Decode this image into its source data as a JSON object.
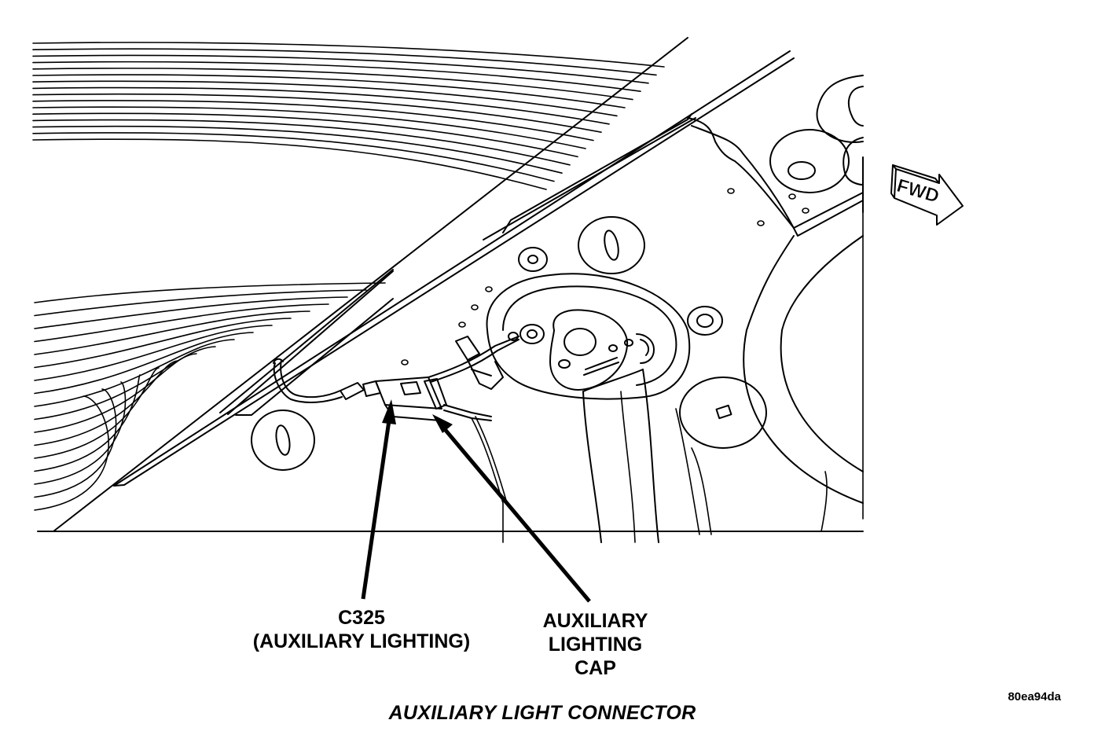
{
  "diagram": {
    "title": "AUXILIARY LIGHT CONNECTOR",
    "figure_id": "80ea94da",
    "direction_marker": "FWD",
    "callouts": [
      {
        "id": "c325",
        "lines": [
          "C325",
          "(AUXILIARY LIGHTING)"
        ]
      },
      {
        "id": "cap",
        "lines": [
          "AUXILIARY",
          "LIGHTING",
          "CAP"
        ]
      }
    ]
  }
}
